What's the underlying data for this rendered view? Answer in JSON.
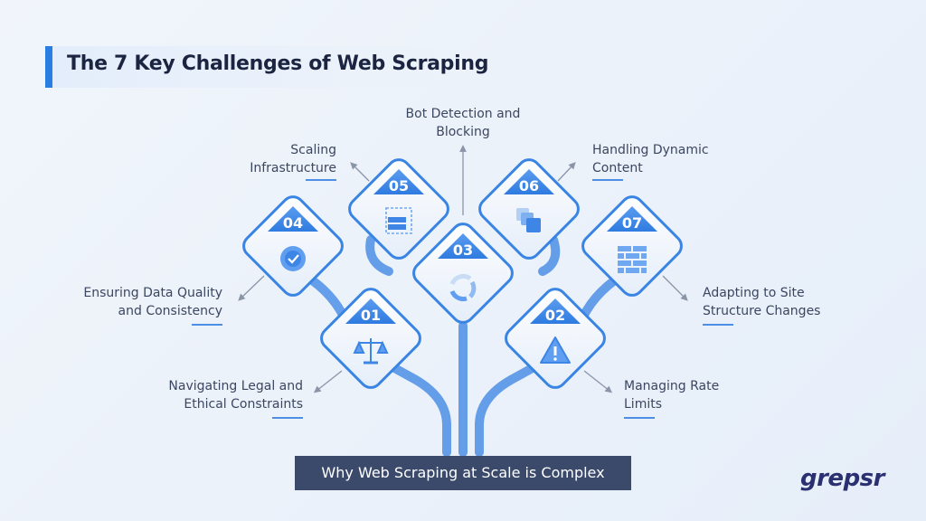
{
  "title": "The 7 Key Challenges of Web Scraping",
  "bottom_label": "Why Web Scraping at Scale is Complex",
  "logo": "grepsr",
  "colors": {
    "accent": "#2a7de1",
    "branch": "#4d8fe6",
    "bottom_box": "#3b4a6b",
    "logo": "#2a3070"
  },
  "challenges": [
    {
      "number": "01",
      "icon": "scales-icon",
      "line1": "Navigating Legal and",
      "line2": "Ethical Constraints"
    },
    {
      "number": "02",
      "icon": "warning-icon",
      "line1": "Managing Rate",
      "line2": "Limits"
    },
    {
      "number": "03",
      "icon": "refresh-icon",
      "line1": "Bot Detection and",
      "line2": "Blocking"
    },
    {
      "number": "04",
      "icon": "verified-badge-icon",
      "line1": "Ensuring Data Quality",
      "line2": "and Consistency"
    },
    {
      "number": "05",
      "icon": "servers-icon",
      "line1": "Scaling",
      "line2": "Infrastructure"
    },
    {
      "number": "06",
      "icon": "stacked-squares-icon",
      "line1": "Handling Dynamic",
      "line2": "Content"
    },
    {
      "number": "07",
      "icon": "brick-wall-icon",
      "line1": "Adapting to Site",
      "line2": "Structure Changes"
    }
  ]
}
